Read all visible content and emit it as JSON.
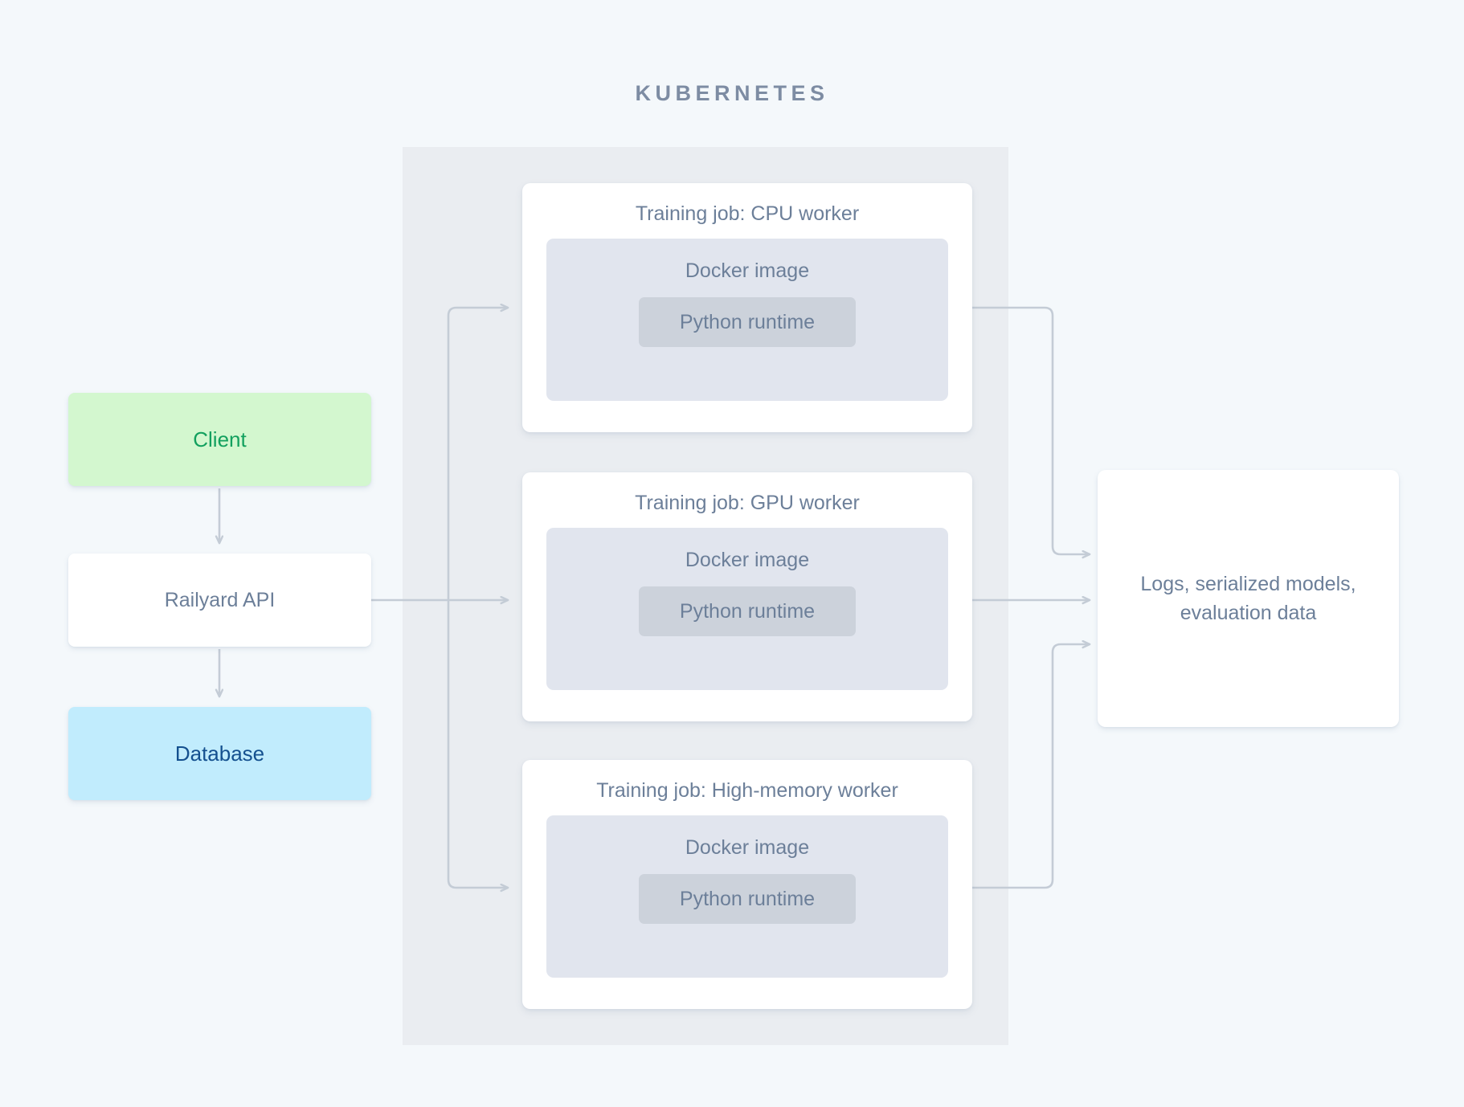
{
  "title": "KUBERNETES",
  "colors": {
    "page_background": "#f4f8fb",
    "container_background": "#eaedf1",
    "client_fill": "#d3f7cf",
    "client_text": "#12a05e",
    "database_fill": "#c1ecfd",
    "database_text": "#14508f",
    "card_fill": "#ffffff",
    "docker_fill": "#e1e5ee",
    "python_fill": "#ccd2db",
    "muted_text": "#6c7f99",
    "title_text": "#7d8ca3",
    "arrow": "#c4ccd6"
  },
  "left_column": {
    "client": {
      "label": "Client"
    },
    "api": {
      "label": "Railyard API"
    },
    "database": {
      "label": "Database"
    }
  },
  "kubernetes": {
    "label": "KUBERNETES",
    "jobs": [
      {
        "title": "Training job: CPU worker",
        "docker_label": "Docker image",
        "runtime_label": "Python runtime"
      },
      {
        "title": "Training job: GPU worker",
        "docker_label": "Docker image",
        "runtime_label": "Python runtime"
      },
      {
        "title": "Training job: High-memory worker",
        "docker_label": "Docker image",
        "runtime_label": "Python runtime"
      }
    ]
  },
  "output": {
    "line1": "Logs, serialized models,",
    "line2": "evaluation data"
  },
  "connections": [
    {
      "from": "client",
      "to": "api",
      "kind": "vertical-arrow"
    },
    {
      "from": "api",
      "to": "database",
      "kind": "vertical-arrow"
    },
    {
      "from": "api",
      "to": "job-cpu",
      "kind": "elbow-arrow"
    },
    {
      "from": "api",
      "to": "job-gpu",
      "kind": "straight-arrow"
    },
    {
      "from": "api",
      "to": "job-high-memory",
      "kind": "elbow-arrow"
    },
    {
      "from": "job-cpu",
      "to": "output",
      "kind": "elbow-arrow"
    },
    {
      "from": "job-gpu",
      "to": "output",
      "kind": "straight-arrow"
    },
    {
      "from": "job-high-memory",
      "to": "output",
      "kind": "elbow-arrow"
    }
  ]
}
